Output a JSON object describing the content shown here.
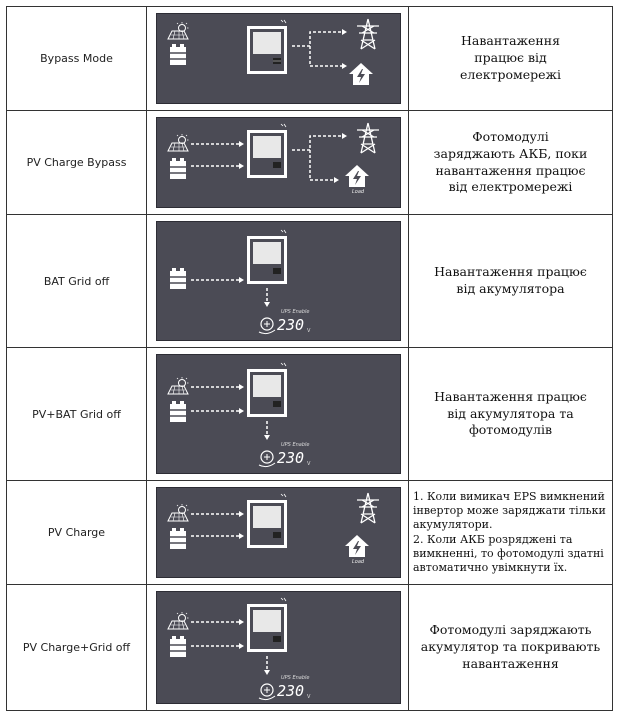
{
  "rows": [
    {
      "mode": "Bypass Mode",
      "description": "Навантаження\nпрацює від\nелектромережі",
      "icons": [
        "pv-panel",
        "battery",
        "inverter",
        "grid-tower",
        "house"
      ]
    },
    {
      "mode": "PV Charge Bypass",
      "description": "Фотомодулі\nзаряджають АКБ, поки\nнавантаження працює\nвід електромережі",
      "icons": [
        "pv-panel",
        "battery",
        "inverter",
        "grid-tower",
        "house"
      ]
    },
    {
      "mode": "BAT Grid off",
      "description": "Навантаження працює\nвід акумулятора",
      "icons": [
        "battery",
        "inverter",
        "ups-output"
      ]
    },
    {
      "mode": "PV+BAT Grid off",
      "description": "Навантаження працює\nвід акумулятора та\nфотомодулів",
      "icons": [
        "pv-panel",
        "battery",
        "inverter",
        "ups-output"
      ]
    },
    {
      "mode": "PV Charge",
      "description": "1. Коли вимикач EPS вимкнений\nінвертор може заряджати тільки\nакумулятори.\n2. Коли АКБ розряджені та\nвимкненні, то фотомодулі здатні\nавтоматично увімкнути їх.",
      "icons": [
        "pv-panel",
        "battery",
        "inverter",
        "grid-tower",
        "house"
      ]
    },
    {
      "mode": "PV Charge+Grid off",
      "description": "Фотомодулі заряджають\nакумулятор та покривають\nнавантаження",
      "icons": [
        "pv-panel",
        "battery",
        "inverter",
        "ups-output"
      ]
    }
  ],
  "ups": {
    "label": "UPS Enable",
    "value": "230",
    "unit": "V"
  },
  "house_label": "Load",
  "colors": {
    "panel": "#4b4b55",
    "icon": "#ffffff",
    "border": "#333333"
  }
}
